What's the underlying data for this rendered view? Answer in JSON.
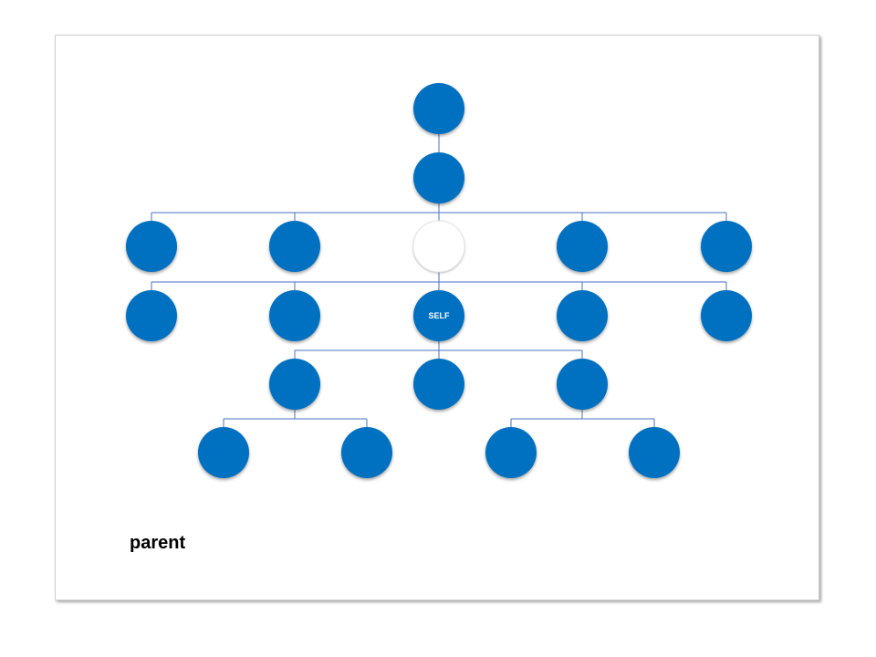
{
  "caption": "parent",
  "colors": {
    "node_fill": "#0070c0",
    "self_placeholder_fill": "#ffffff",
    "connector": "#4472c4"
  },
  "tree": {
    "generations": [
      {
        "level": 1,
        "nodes": [
          {
            "id": "g1-n1",
            "label": ""
          }
        ]
      },
      {
        "level": 2,
        "nodes": [
          {
            "id": "g2-n1",
            "label": ""
          }
        ]
      },
      {
        "level": 3,
        "nodes": [
          {
            "id": "g3-n1",
            "label": ""
          },
          {
            "id": "g3-n2",
            "label": ""
          },
          {
            "id": "g3-n3",
            "label": "",
            "placeholder": true
          },
          {
            "id": "g3-n4",
            "label": ""
          },
          {
            "id": "g3-n5",
            "label": ""
          }
        ]
      },
      {
        "level": 4,
        "nodes": [
          {
            "id": "g4-n1",
            "label": ""
          },
          {
            "id": "g4-n2",
            "label": ""
          },
          {
            "id": "g4-n3",
            "label": "SELF"
          },
          {
            "id": "g4-n4",
            "label": ""
          },
          {
            "id": "g4-n5",
            "label": ""
          }
        ]
      },
      {
        "level": 5,
        "nodes": [
          {
            "id": "g5-n1",
            "label": ""
          },
          {
            "id": "g5-n2",
            "label": ""
          },
          {
            "id": "g5-n3",
            "label": ""
          }
        ]
      },
      {
        "level": 6,
        "nodes": [
          {
            "id": "g6-n1",
            "label": ""
          },
          {
            "id": "g6-n2",
            "label": ""
          },
          {
            "id": "g6-n3",
            "label": ""
          },
          {
            "id": "g6-n4",
            "label": ""
          }
        ]
      }
    ],
    "edges": [
      [
        "g1-n1",
        "g2-n1"
      ],
      [
        "g2-n1",
        "g3-n1"
      ],
      [
        "g2-n1",
        "g3-n2"
      ],
      [
        "g2-n1",
        "g3-n3"
      ],
      [
        "g2-n1",
        "g3-n4"
      ],
      [
        "g2-n1",
        "g3-n5"
      ],
      [
        "g3-n3",
        "g4-n1"
      ],
      [
        "g3-n3",
        "g4-n2"
      ],
      [
        "g3-n3",
        "g4-n3"
      ],
      [
        "g3-n3",
        "g4-n4"
      ],
      [
        "g3-n3",
        "g4-n5"
      ],
      [
        "g4-n3",
        "g5-n1"
      ],
      [
        "g4-n3",
        "g5-n2"
      ],
      [
        "g4-n3",
        "g5-n3"
      ],
      [
        "g5-n1",
        "g6-n1"
      ],
      [
        "g5-n1",
        "g6-n2"
      ],
      [
        "g5-n3",
        "g6-n3"
      ],
      [
        "g5-n3",
        "g6-n4"
      ]
    ]
  }
}
